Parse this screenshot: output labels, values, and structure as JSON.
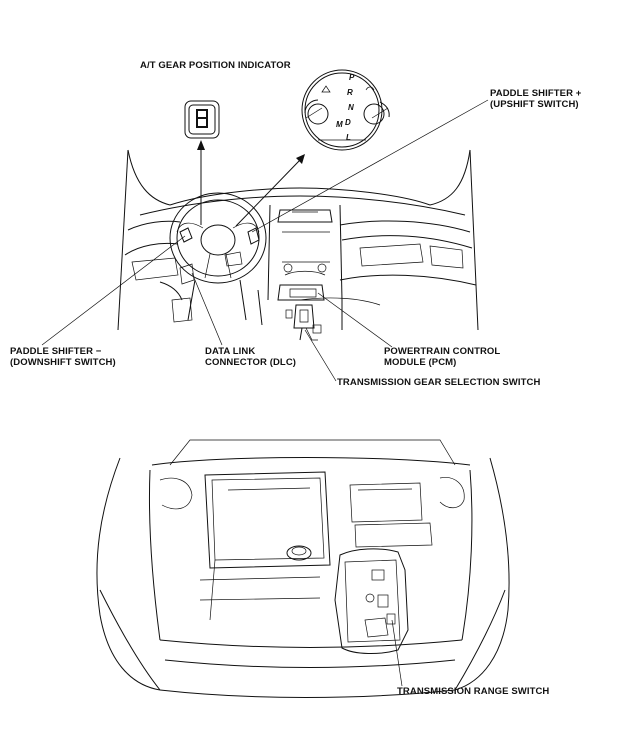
{
  "labels": {
    "gear_indicator": "A/T GEAR POSITION INDICATOR",
    "paddle_up_line1": "PADDLE SHIFTER +",
    "paddle_up_line2": "(UPSHIFT SWITCH)",
    "paddle_down_line1": "PADDLE SHIFTER −",
    "paddle_down_line2": "(DOWNSHIFT SWITCH)",
    "dlc_line1": "DATA LINK",
    "dlc_line2": "CONNECTOR (DLC)",
    "pcm_line1": "POWERTRAIN CONTROL",
    "pcm_line2": "MODULE (PCM)",
    "gear_selection_switch": "TRANSMISSION GEAR SELECTION SWITCH",
    "range_switch": "TRANSMISSION RANGE SWITCH"
  },
  "gear_letters": [
    "P",
    "R",
    "N",
    "D",
    "L",
    "M"
  ],
  "display_digit": "8"
}
